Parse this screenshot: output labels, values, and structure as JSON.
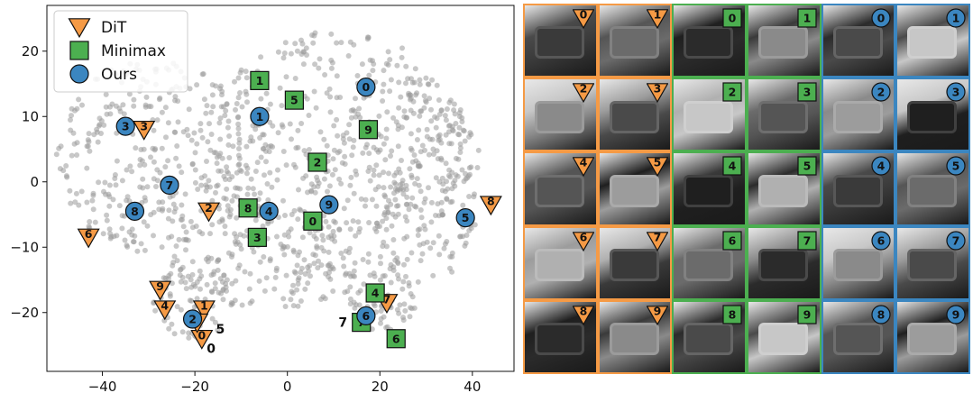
{
  "colors": {
    "dit": "#f59a45",
    "minimax": "#4caf50",
    "ours": "#3b86c0",
    "background_points": "#9a9a9a",
    "edge": "#111111"
  },
  "legend": {
    "items": [
      {
        "label": "DiT",
        "marker": "triangle-down",
        "color": "#f59a45"
      },
      {
        "label": "Minimax",
        "marker": "square",
        "color": "#4caf50"
      },
      {
        "label": "Ours",
        "marker": "circle",
        "color": "#3b86c0"
      }
    ]
  },
  "chart_data": {
    "type": "scatter",
    "xlim": [
      -52,
      49
    ],
    "ylim": [
      -29,
      27
    ],
    "x_ticks": [
      -40,
      -20,
      0,
      20,
      40
    ],
    "y_ticks": [
      20,
      10,
      0,
      -10,
      -20
    ],
    "x_tick_labels": [
      "−40",
      "−20",
      "0",
      "20",
      "40"
    ],
    "y_tick_labels": [
      "20",
      "10",
      "0",
      "−10",
      "−20"
    ],
    "grid": false,
    "legend_position": "top-left",
    "series": [
      {
        "name": "DiT",
        "marker": "triangle-down",
        "points": [
          {
            "label": "0",
            "x": -18.5,
            "y": -24.0
          },
          {
            "label": "1",
            "x": -18,
            "y": -19.5
          },
          {
            "label": "2",
            "x": -17,
            "y": -4.5
          },
          {
            "label": "3",
            "x": -31,
            "y": 8
          },
          {
            "label": "4",
            "x": -26.5,
            "y": -19.5
          },
          {
            "label": "5",
            "x": -19.5,
            "y": -21.5
          },
          {
            "label": "6",
            "x": -43,
            "y": -8.5
          },
          {
            "label": "7",
            "x": 21.5,
            "y": -18.5
          },
          {
            "label": "8",
            "x": 44,
            "y": -3.5
          },
          {
            "label": "9",
            "x": -27.5,
            "y": -16.5
          }
        ]
      },
      {
        "name": "Minimax",
        "marker": "square",
        "points": [
          {
            "label": "0",
            "x": 5.5,
            "y": -6
          },
          {
            "label": "1",
            "x": -6,
            "y": 15.5
          },
          {
            "label": "2",
            "x": 6.5,
            "y": 3
          },
          {
            "label": "3",
            "x": -6.5,
            "y": -8.5
          },
          {
            "label": "4",
            "x": 19,
            "y": -17
          },
          {
            "label": "5",
            "x": 1.5,
            "y": 12.5
          },
          {
            "label": "6",
            "x": 23.5,
            "y": -24
          },
          {
            "label": "7",
            "x": 16,
            "y": -21.5
          },
          {
            "label": "8",
            "x": -8.5,
            "y": -4
          },
          {
            "label": "9",
            "x": 17.5,
            "y": 8
          }
        ]
      },
      {
        "name": "Ours",
        "marker": "circle",
        "points": [
          {
            "label": "0",
            "x": 17,
            "y": 14.5
          },
          {
            "label": "1",
            "x": -6,
            "y": 10
          },
          {
            "label": "2",
            "x": -20.5,
            "y": -21
          },
          {
            "label": "3",
            "x": -35,
            "y": 8.5
          },
          {
            "label": "4",
            "x": -4,
            "y": -4.5
          },
          {
            "label": "5",
            "x": 38.5,
            "y": -5.5
          },
          {
            "label": "6",
            "x": 17,
            "y": -20.5
          },
          {
            "label": "7",
            "x": -25.5,
            "y": -0.5
          },
          {
            "label": "8",
            "x": -33,
            "y": -4.5
          },
          {
            "label": "9",
            "x": 9,
            "y": -3.5
          }
        ]
      }
    ],
    "annotations": [
      {
        "text": "5",
        "x": -14.5,
        "y": -22.5
      },
      {
        "text": "0",
        "x": -16.5,
        "y": -25.5
      },
      {
        "text": "7",
        "x": 12,
        "y": -21.5
      }
    ]
  },
  "image_grid": {
    "columns": [
      {
        "method": "DiT",
        "color": "#f59a45",
        "marker": "triangle-down"
      },
      {
        "method": "DiT",
        "color": "#f59a45",
        "marker": "triangle-down"
      },
      {
        "method": "Minimax",
        "color": "#4caf50",
        "marker": "square"
      },
      {
        "method": "Minimax",
        "color": "#4caf50",
        "marker": "square"
      },
      {
        "method": "Ours",
        "color": "#3b86c0",
        "marker": "circle"
      },
      {
        "method": "Ours",
        "color": "#3b86c0",
        "marker": "circle"
      }
    ],
    "rows": [
      [
        "0",
        "1",
        "0",
        "1",
        "0",
        "1"
      ],
      [
        "2",
        "3",
        "2",
        "3",
        "2",
        "3"
      ],
      [
        "4",
        "5",
        "4",
        "5",
        "4",
        "5"
      ],
      [
        "6",
        "7",
        "6",
        "7",
        "6",
        "7"
      ],
      [
        "8",
        "9",
        "8",
        "9",
        "8",
        "9"
      ]
    ]
  }
}
